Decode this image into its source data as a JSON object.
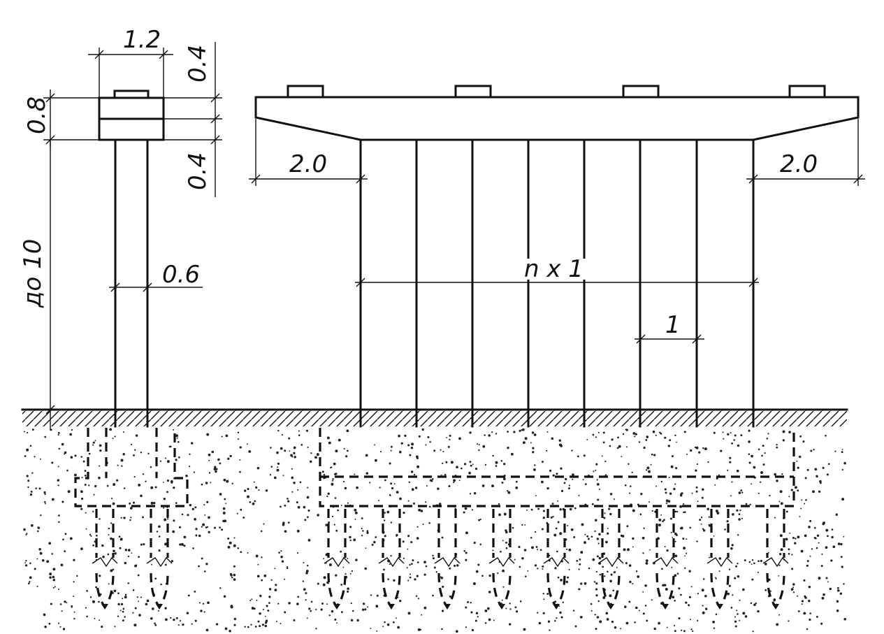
{
  "figure": {
    "side_view": {
      "pier_width": "1.2",
      "cap_height": "0.8",
      "top_part_height": "0.4",
      "bottom_part_height": "0.4",
      "pile_width": "0.6",
      "pile_height": "до 10"
    },
    "front_view": {
      "left_cantilever": "2.0",
      "right_cantilever": "2.0",
      "pile_span": "n x 1",
      "pile_spacing": "1"
    }
  },
  "colors": {
    "line": "#111111",
    "background": "#ffffff"
  }
}
